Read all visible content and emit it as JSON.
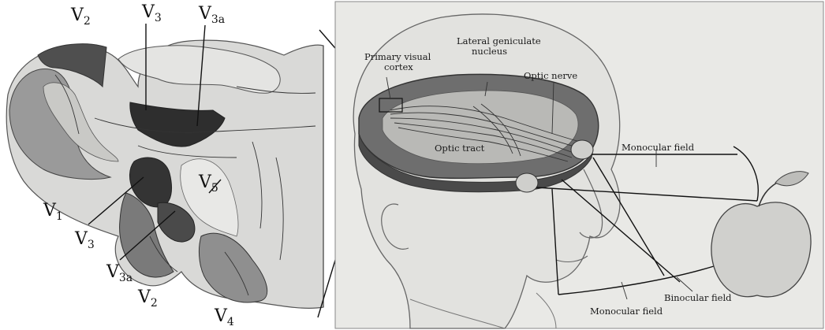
{
  "left_panel": {
    "labels": [
      {
        "id": "v2-top",
        "base": "V",
        "sub": "2"
      },
      {
        "id": "v3-top",
        "base": "V",
        "sub": "3"
      },
      {
        "id": "v3a-top",
        "base": "V",
        "sub": "3a"
      },
      {
        "id": "v5",
        "base": "V",
        "sub": "5"
      },
      {
        "id": "v1",
        "base": "V",
        "sub": "1"
      },
      {
        "id": "v3-bottom",
        "base": "V",
        "sub": "3"
      },
      {
        "id": "v3a-bottom",
        "base": "V",
        "sub": "3a"
      },
      {
        "id": "v2-bottom",
        "base": "V",
        "sub": "2"
      },
      {
        "id": "v4",
        "base": "V",
        "sub": "4"
      }
    ]
  },
  "right_panel": {
    "labels": {
      "primary_visual_cortex_1": "Primary visual",
      "primary_visual_cortex_2": "cortex",
      "lgn_1": "Lateral geniculate",
      "lgn_2": "nucleus",
      "optic_nerve": "Optic nerve",
      "optic_tract": "Optic tract",
      "monocular_field_top": "Monocular field",
      "binocular_field": "Binocular field",
      "monocular_field_bottom": "Monocular field"
    }
  },
  "colors": {
    "paper": "#e9e9e6",
    "v1": "#9a9a9a",
    "v2": "#5e5e5e",
    "v3": "#3a3a3a",
    "v4": "#8a8a8a",
    "light_tissue": "#d6d6d4"
  }
}
